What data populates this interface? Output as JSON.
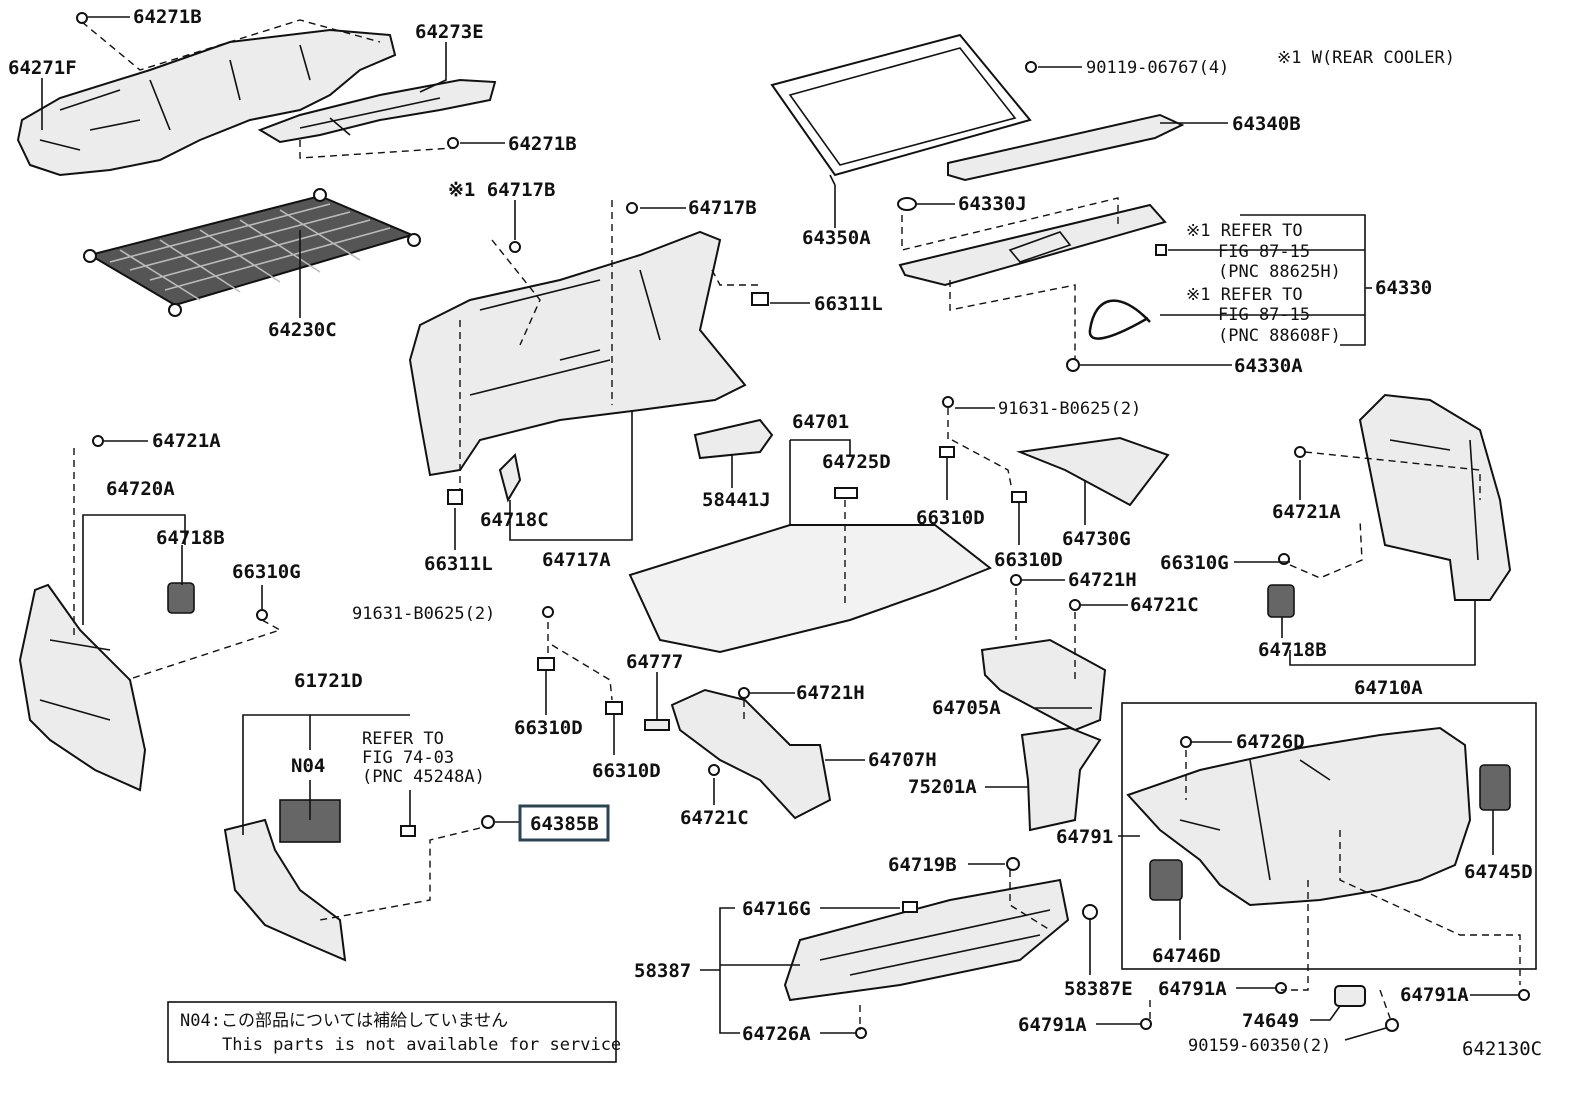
{
  "diagram": {
    "note_top_right": "※1 W(REAR COOLER)",
    "figure_code": "642130C",
    "highlighted_part": "64385B",
    "footnote": {
      "line1": "N04:この部品については補給していません",
      "line2": "This parts is not available for service"
    },
    "refer_notes": {
      "refer_45248A": {
        "l1": "REFER TO",
        "l2": "FIG 74-03",
        "l3": "(PNC 45248A)"
      },
      "refer_88625H": {
        "l1": "※1 REFER TO",
        "l2": "FIG 87-15",
        "l3": "(PNC 88625H)"
      },
      "refer_88608F": {
        "l1": "※1 REFER TO",
        "l2": "FIG 87-15",
        "l3": "(PNC 88608F)"
      }
    },
    "labels": {
      "p64271B_a": "64271B",
      "p64271F": "64271F",
      "p64273E": "64273E",
      "p64271B_b": "64271B",
      "p64230C": "64230C",
      "p64717B_a": "※1 64717B",
      "p64717B_b": "64717B",
      "p90119": "90119-06767(4)",
      "p64340B": "64340B",
      "p64350A": "64350A",
      "p64330J": "64330J",
      "p64330": "64330",
      "p64330A": "64330A",
      "p66311L_a": "66311L",
      "p66311L_b": "66311L",
      "p64718C": "64718C",
      "p64717A": "64717A",
      "p58441J": "58441J",
      "p64701": "64701",
      "p64725D": "64725D",
      "p91631_a": "91631-B0625(2)",
      "p66310D_a": "66310D",
      "p66310D_b": "66310D",
      "p64730G": "64730G",
      "p64721A_a": "64721A",
      "p64720A": "64720A",
      "p64718B_a": "64718B",
      "p66310G_a": "66310G",
      "p64721A_b": "64721A",
      "p66310G_b": "66310G",
      "p64718B_b": "64718B",
      "p64710A": "64710A",
      "p64721H_a": "64721H",
      "p64721C_a": "64721C",
      "p91631_b": "91631-B0625(2)",
      "p64777": "64777",
      "p66310D_c": "66310D",
      "p66310D_d": "66310D",
      "p64721H_b": "64721H",
      "p64705A": "64705A",
      "p64707H": "64707H",
      "p75201A": "75201A",
      "p64721C_b": "64721C",
      "p61721D": "61721D",
      "pN04": "N04",
      "p64385B": "64385B",
      "p64726D": "64726D",
      "p64791": "64791",
      "p64745D": "64745D",
      "p64746D": "64746D",
      "p64719B": "64719B",
      "p64716G": "64716G",
      "p58387": "58387",
      "p58387E": "58387E",
      "p64726A": "64726A",
      "p64791A_a": "64791A",
      "p64791A_b": "64791A",
      "p64791A_c": "64791A",
      "p74649": "74649",
      "p90159": "90159-60350(2)"
    }
  }
}
